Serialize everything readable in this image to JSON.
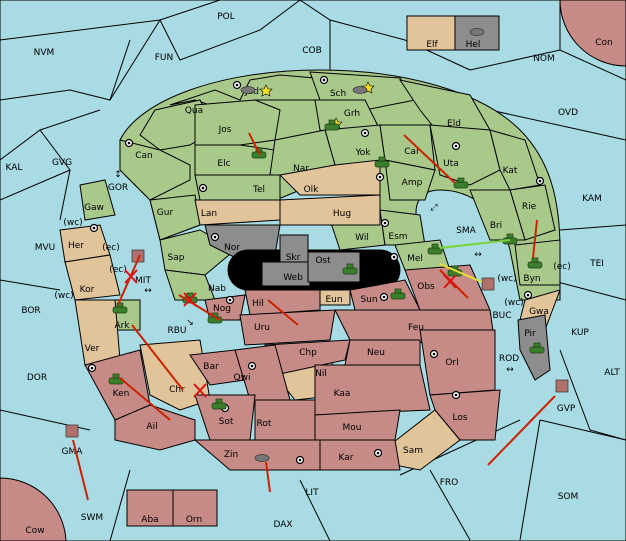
{
  "map": {
    "sea_labels": [
      {
        "id": "POL",
        "text": "POL"
      },
      {
        "id": "NVM",
        "text": "NVM"
      },
      {
        "id": "FUN",
        "text": "FUN"
      },
      {
        "id": "COB",
        "text": "COB"
      },
      {
        "id": "NOM",
        "text": "NOM"
      },
      {
        "id": "OVD",
        "text": "OVD"
      },
      {
        "id": "KAL",
        "text": "KAL"
      },
      {
        "id": "GVG",
        "text": "GVG"
      },
      {
        "id": "MVU",
        "text": "MVU"
      },
      {
        "id": "BOR",
        "text": "BOR"
      },
      {
        "id": "DOR",
        "text": "DOR"
      },
      {
        "id": "KAM",
        "text": "KAM"
      },
      {
        "id": "TEI",
        "text": "TEI"
      },
      {
        "id": "KUP",
        "text": "KUP"
      },
      {
        "id": "ALT",
        "text": "ALT"
      },
      {
        "id": "SOM",
        "text": "SOM"
      },
      {
        "id": "FRO",
        "text": "FRO"
      },
      {
        "id": "LIT",
        "text": "LIT"
      },
      {
        "id": "SWM",
        "text": "SWM"
      },
      {
        "id": "DAX",
        "text": "DAX"
      },
      {
        "id": "GOR",
        "text": "GOR"
      },
      {
        "id": "MIT",
        "text": "MIT"
      },
      {
        "id": "RBU",
        "text": "RBU"
      },
      {
        "id": "SMA",
        "text": "SMA"
      },
      {
        "id": "BUC",
        "text": "BUC"
      },
      {
        "id": "ROD",
        "text": "ROD"
      },
      {
        "id": "GMA",
        "text": "GMA"
      },
      {
        "id": "GVP",
        "text": "GVP"
      }
    ],
    "land_labels": [
      {
        "id": "Con",
        "text": "Con"
      },
      {
        "id": "Elf",
        "text": "Elf"
      },
      {
        "id": "Hel",
        "text": "Hel"
      },
      {
        "id": "Jad",
        "text": "Jad"
      },
      {
        "id": "Sch",
        "text": "Sch"
      },
      {
        "id": "Qua",
        "text": "Qua"
      },
      {
        "id": "Grh",
        "text": "Grh"
      },
      {
        "id": "Eld",
        "text": "Eld"
      },
      {
        "id": "Jos",
        "text": "Jos"
      },
      {
        "id": "Can",
        "text": "Can"
      },
      {
        "id": "Yok",
        "text": "Yok"
      },
      {
        "id": "Car",
        "text": "Car"
      },
      {
        "id": "Uta",
        "text": "Uta"
      },
      {
        "id": "Kat",
        "text": "Kat"
      },
      {
        "id": "Elc",
        "text": "Elc"
      },
      {
        "id": "Nar",
        "text": "Nar"
      },
      {
        "id": "Tel",
        "text": "Tel"
      },
      {
        "id": "Olk",
        "text": "Olk"
      },
      {
        "id": "Amp",
        "text": "Amp"
      },
      {
        "id": "Gaw",
        "text": "Gaw"
      },
      {
        "id": "Gur",
        "text": "Gur"
      },
      {
        "id": "Lan",
        "text": "Lan"
      },
      {
        "id": "Hug",
        "text": "Hug"
      },
      {
        "id": "Rie",
        "text": "Rie"
      },
      {
        "id": "Bri",
        "text": "Bri"
      },
      {
        "id": "Wil",
        "text": "Wil"
      },
      {
        "id": "Esm",
        "text": "Esm"
      },
      {
        "id": "Her",
        "text": "Her"
      },
      {
        "id": "Nor",
        "text": "Nor"
      },
      {
        "id": "Skr",
        "text": "Skr"
      },
      {
        "id": "Sap",
        "text": "Sap"
      },
      {
        "id": "Web",
        "text": "Web"
      },
      {
        "id": "Ost",
        "text": "Ost"
      },
      {
        "id": "Mel",
        "text": "Mel"
      },
      {
        "id": "Byn",
        "text": "Byn"
      },
      {
        "id": "Kor",
        "text": "Kor"
      },
      {
        "id": "Nab",
        "text": "Nab"
      },
      {
        "id": "Eun",
        "text": "Eun"
      },
      {
        "id": "Sun",
        "text": "Sun"
      },
      {
        "id": "Obs",
        "text": "Obs"
      },
      {
        "id": "Gwa",
        "text": "Gwa"
      },
      {
        "id": "Nog",
        "text": "Nog"
      },
      {
        "id": "Hil",
        "text": "Hil"
      },
      {
        "id": "Ark",
        "text": "Ark"
      },
      {
        "id": "Uru",
        "text": "Uru"
      },
      {
        "id": "Feu",
        "text": "Feu"
      },
      {
        "id": "Pir",
        "text": "Pir"
      },
      {
        "id": "Ver",
        "text": "Ver"
      },
      {
        "id": "Chp",
        "text": "Chp"
      },
      {
        "id": "Neu",
        "text": "Neu"
      },
      {
        "id": "Orl",
        "text": "Orl"
      },
      {
        "id": "Bar",
        "text": "Bar"
      },
      {
        "id": "Qwi",
        "text": "Qwi"
      },
      {
        "id": "Nil",
        "text": "Nil"
      },
      {
        "id": "Chr",
        "text": "Chr"
      },
      {
        "id": "Ken",
        "text": "Ken"
      },
      {
        "id": "Kaa",
        "text": "Kaa"
      },
      {
        "id": "Sot",
        "text": "Sot"
      },
      {
        "id": "Ail",
        "text": "Ail"
      },
      {
        "id": "Rot",
        "text": "Rot"
      },
      {
        "id": "Mou",
        "text": "Mou"
      },
      {
        "id": "Los",
        "text": "Los"
      },
      {
        "id": "Zin",
        "text": "Zin"
      },
      {
        "id": "Kar",
        "text": "Kar"
      },
      {
        "id": "Sam",
        "text": "Sam"
      },
      {
        "id": "Aba",
        "text": "Aba"
      },
      {
        "id": "Orn",
        "text": "Orn"
      },
      {
        "id": "Cow",
        "text": "Cow"
      }
    ],
    "coast_tags": [
      {
        "id": "wc1",
        "text": "(wc)"
      },
      {
        "id": "ec1",
        "text": "(ec)"
      },
      {
        "id": "ec2",
        "text": "(ec)"
      },
      {
        "id": "wc2",
        "text": "(wc)"
      },
      {
        "id": "wc3",
        "text": "(wc)"
      },
      {
        "id": "ec3",
        "text": "(ec)"
      },
      {
        "id": "wc4",
        "text": "(wc)"
      }
    ],
    "colors": {
      "sea": "#a8dbe3",
      "green_power": "#a9c98b",
      "neutral_land": "#e2c49a",
      "red_power": "#c68b86",
      "grey_power": "#8d8d8d",
      "order_arrow": "#cc2200",
      "support_green": "#7ad23a",
      "support_yellow": "#e8e23a"
    },
    "unit_icons": [
      "tank-icon",
      "fleet-icon",
      "supply-center-icon",
      "star-icon",
      "dislodge-x-icon"
    ]
  }
}
